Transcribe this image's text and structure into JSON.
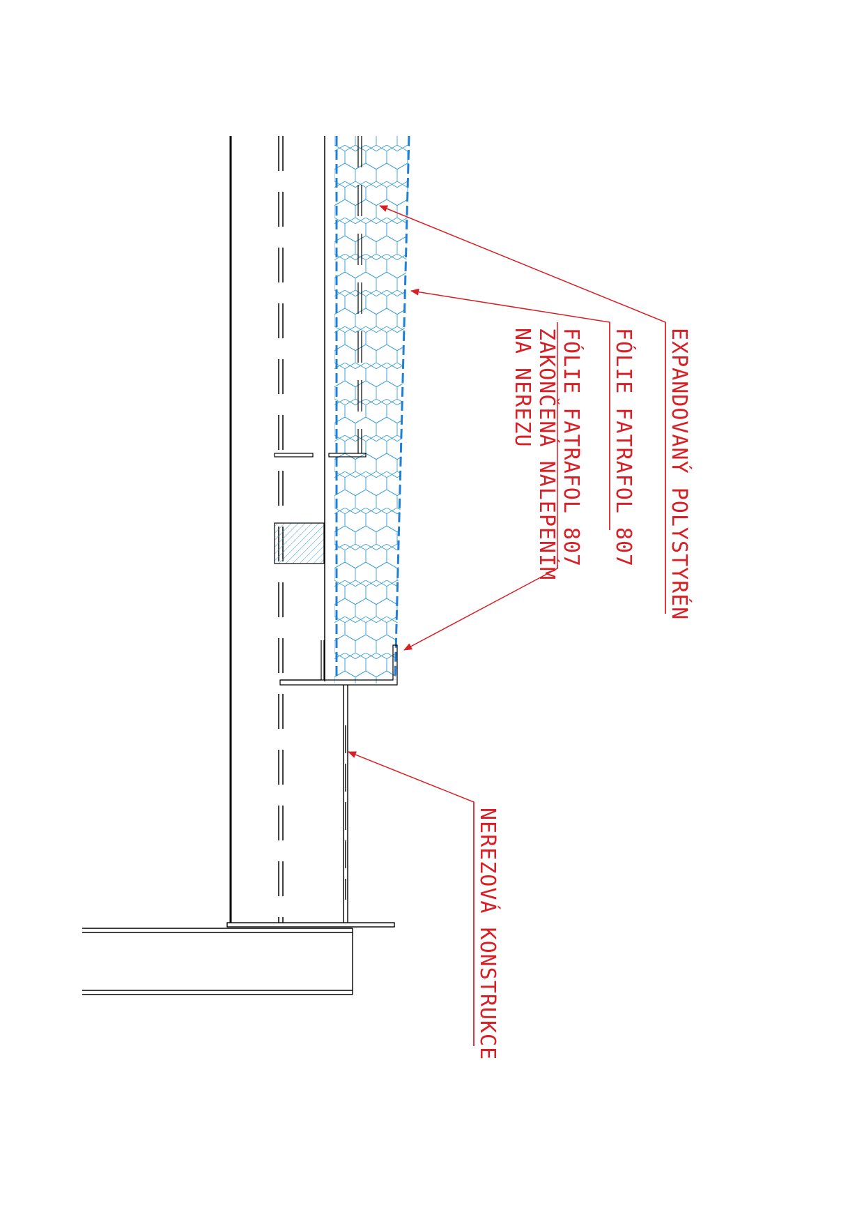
{
  "colors": {
    "background": "#ffffff",
    "line": "#000000",
    "insulation": "#3aa0d8",
    "foil": "#1f7fd6",
    "annotation": "#d81f26",
    "timber_hatch": "#3aa0d8"
  },
  "labels": {
    "insulation": "EXPANDOVANÝ POLYSTYRÉN",
    "foil_1": "FÓLIE FATRAFOL 807",
    "foil_2_line1": "FÓLIE FATRAFOL 807",
    "foil_2_line2": "ZAKONČENÁ NALEPENÍM",
    "foil_2_line3": "NA NEREZU",
    "steel": "NEREZOVÁ KONSTRUKCE"
  },
  "icons": {
    "leader_arrow": "arrowhead-icon",
    "insulation_fill": "hexagon-pattern-icon",
    "timber_hatch": "diagonal-hatch-icon"
  }
}
